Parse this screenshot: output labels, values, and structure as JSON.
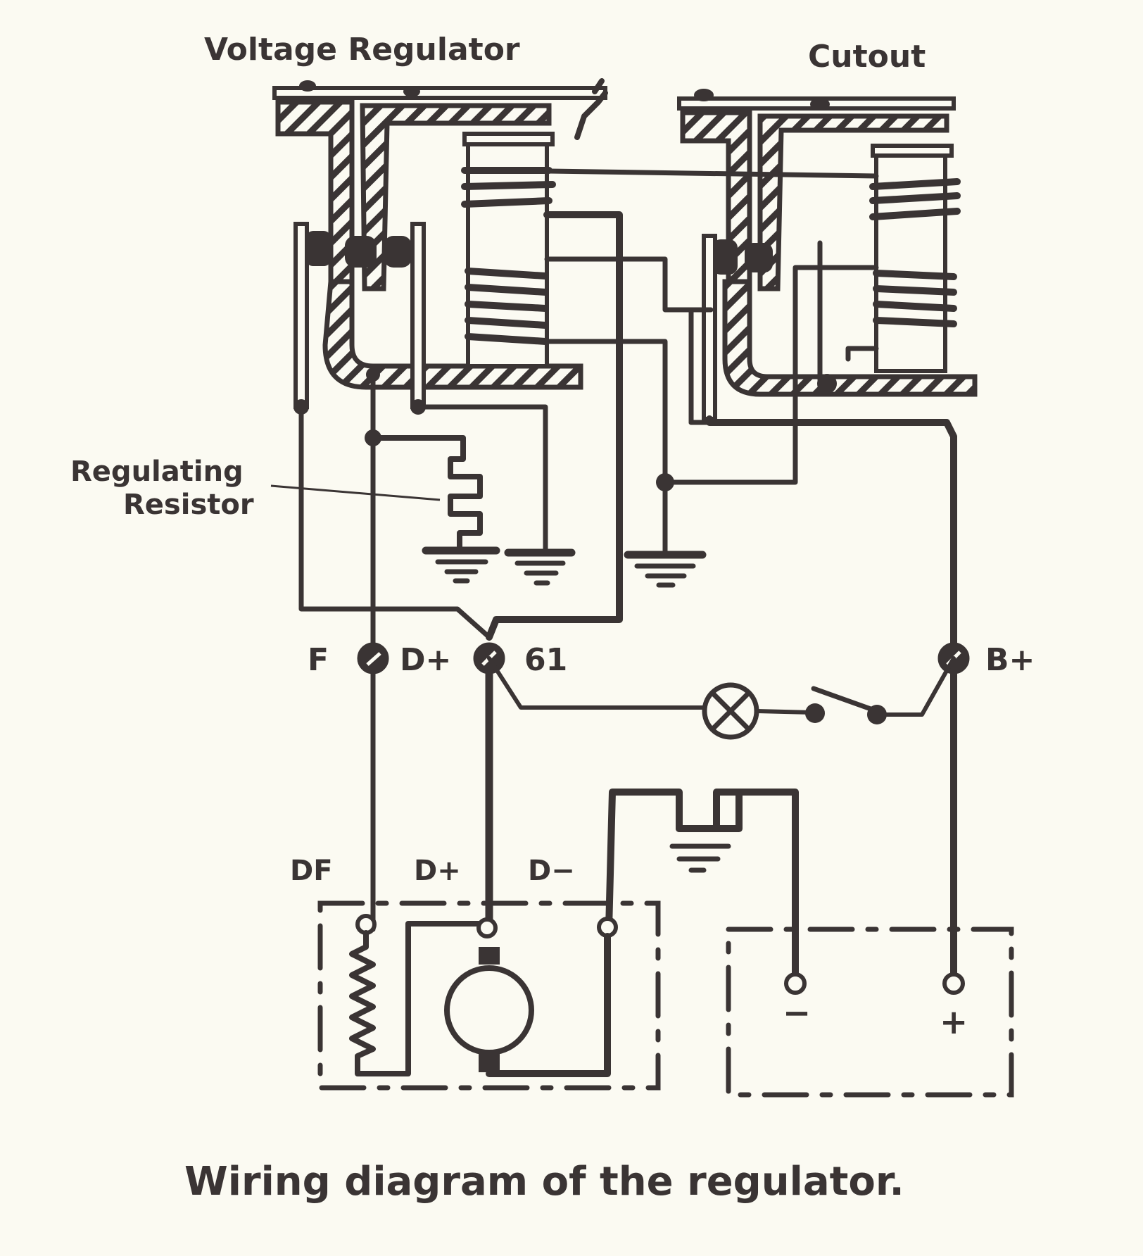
{
  "labels": {
    "voltage_regulator": "Voltage Regulator",
    "cutout": "Cutout",
    "regulating_resistor_line1": "Regulating",
    "regulating_resistor_line2": "Resistor",
    "terminal_F": "F",
    "terminal_D_plus": "D+",
    "terminal_61": "61",
    "terminal_B_plus": "B+",
    "generator_DF": "DF",
    "generator_D_plus": "D+",
    "generator_D_minus": "D−",
    "battery_minus": "−",
    "battery_plus": "+"
  },
  "caption": "Wiring diagram of the regulator.",
  "components": [
    {
      "name": "voltage-regulator",
      "type": "electromagnetic relay"
    },
    {
      "name": "cutout",
      "type": "electromagnetic relay"
    },
    {
      "name": "regulating-resistor",
      "type": "resistor"
    },
    {
      "name": "charge-warning-lamp",
      "type": "lamp"
    },
    {
      "name": "ignition-switch",
      "type": "switch"
    },
    {
      "name": "generator",
      "type": "dc generator with field winding"
    },
    {
      "name": "battery",
      "type": "battery"
    },
    {
      "name": "ground",
      "type": "earth symbol",
      "count": 4
    }
  ],
  "colors": {
    "ink": "#3a3434",
    "paper": "#fbfaf2"
  }
}
